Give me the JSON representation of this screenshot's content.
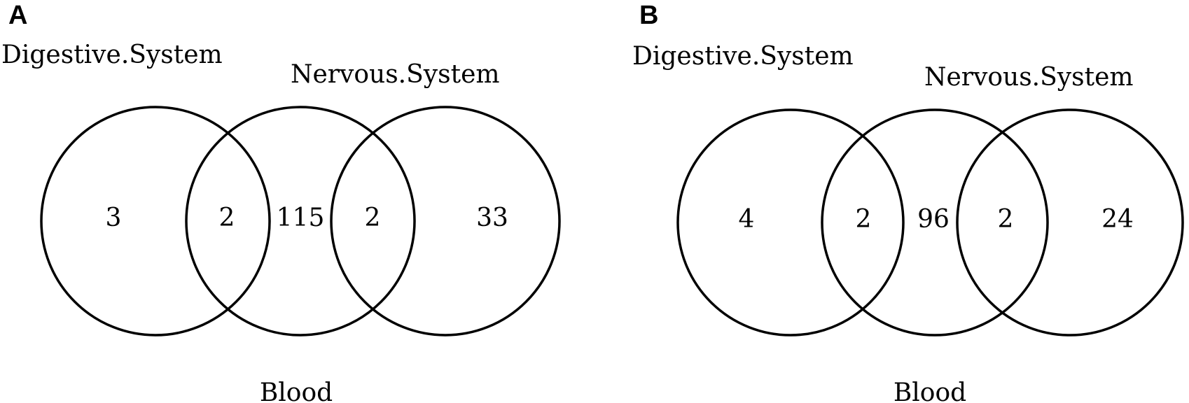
{
  "figure": {
    "background_color": "#ffffff",
    "stroke_color": "#000000",
    "text_color": "#000000",
    "panels": [
      {
        "panel_label": "A",
        "set_labels": {
          "digestive": "Digestive.System",
          "nervous": "Nervous.System",
          "blood": "Blood"
        },
        "counts": {
          "digestive_only": "3",
          "digestive_blood_overlap": "2",
          "blood_only": "115",
          "blood_nervous_overlap": "2",
          "nervous_only": "33"
        }
      },
      {
        "panel_label": "B",
        "set_labels": {
          "digestive": "Digestive.System",
          "nervous": "Nervous.System",
          "blood": "Blood"
        },
        "counts": {
          "digestive_only": "4",
          "digestive_blood_overlap": "2",
          "blood_only": "96",
          "blood_nervous_overlap": "2",
          "nervous_only": "24"
        }
      }
    ]
  },
  "chart_data": [
    {
      "type": "venn",
      "panel": "A",
      "sets": [
        "Digestive.System",
        "Blood",
        "Nervous.System"
      ],
      "regions": {
        "Digestive.System_only": 3,
        "Digestive.System_and_Blood": 2,
        "Blood_only": 115,
        "Blood_and_Nervous.System": 2,
        "Nervous.System_only": 33,
        "Digestive.System_and_Nervous.System": 0,
        "all_three": 0
      }
    },
    {
      "type": "venn",
      "panel": "B",
      "sets": [
        "Digestive.System",
        "Blood",
        "Nervous.System"
      ],
      "regions": {
        "Digestive.System_only": 4,
        "Digestive.System_and_Blood": 2,
        "Blood_only": 96,
        "Blood_and_Nervous.System": 2,
        "Nervous.System_only": 24,
        "Digestive.System_and_Nervous.System": 0,
        "all_three": 0
      }
    }
  ]
}
